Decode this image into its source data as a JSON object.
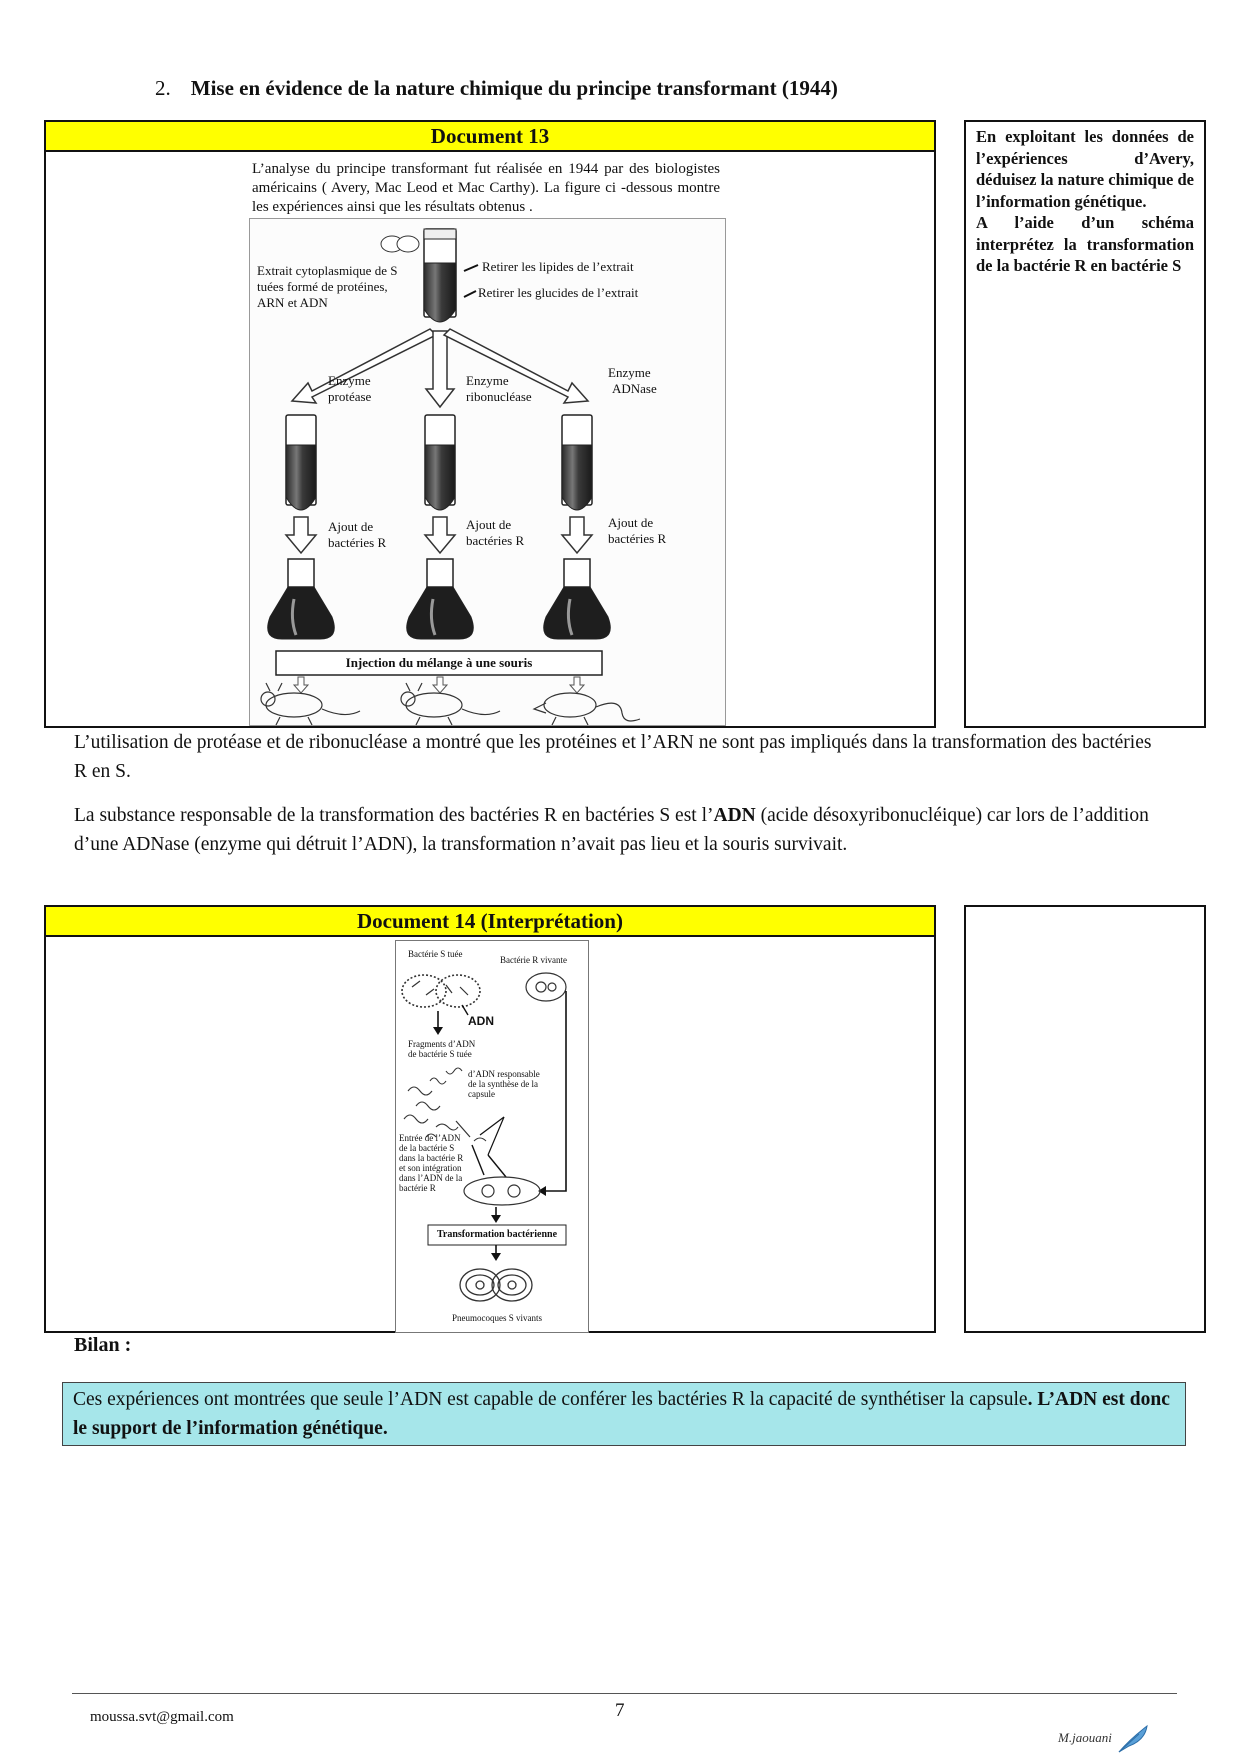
{
  "heading": {
    "number": "2.",
    "title": "Mise en évidence de la nature chimique du principe transformant (1944)"
  },
  "document13": {
    "title": "Document 13",
    "intro": "L’analyse du principe transformant fut réalisée en 1944 par des biologistes américains ( Avery, Mac Leod et Mac Carthy). La figure ci -dessous montre les expériences ainsi que les résultats obtenus .",
    "labels": {
      "extrait_line1": "Extrait cytoplasmique de S",
      "extrait_line2": "tuées formé de protéines,",
      "extrait_line3": "ARN et ADN",
      "retirer_lipides": "Retirer les lipides de l’extrait",
      "retirer_glucides": "Retirer les glucides de l’extrait",
      "enzyme_protease_1": "Enzyme",
      "enzyme_protease_2": "protéase",
      "enzyme_ribo_1": "Enzyme",
      "enzyme_ribo_2": "ribonucléase",
      "enzyme_adn_1": "Enzyme",
      "enzyme_adn_2": "ADNase",
      "ajout_1a": "Ajout de",
      "ajout_1b": "bactéries R",
      "ajout_2a": "Ajout de",
      "ajout_2b": "bactéries R",
      "ajout_3a": "Ajout de",
      "ajout_3b": "bactéries R",
      "injection": "Injection du mélange à une souris"
    }
  },
  "question13": {
    "text1": "En exploitant les données de l’expériences d’Avery, déduisez la nature chimique de l’information génétique.",
    "text2": "A l’aide d’un schéma interprétez la transformation de la bactérie R en bactérie S"
  },
  "paragraphs": {
    "p1": " L’utilisation de protéase et de ribonucléase a montré que les protéines et l’ARN ne sont pas impliqués dans la transformation des bactéries R en S.",
    "p2_before": "La substance responsable de la transformation des bactéries R en bactéries S est l’",
    "p2_bold": "ADN",
    "p2_after": " (acide désoxyribonucléique) car lors de l’addition d’une ADNase (enzyme qui détruit l’ADN), la transformation n’avait pas lieu et la souris survivait."
  },
  "document14": {
    "title": "Document 14 (Interprétation)",
    "labels": {
      "bacterie_s_tuee": "Bactérie S tuée",
      "bacterie_r_vivante": "Bactérie R vivante",
      "adn": "ADN",
      "fragments_1": "Fragments d’ADN",
      "fragments_2": "de bactérie S tuée",
      "adn_resp_1": "d’ADN responsable",
      "adn_resp_2": "de la synthèse de la",
      "adn_resp_3": "capsule",
      "entree_1": "Entrée de l’ADN",
      "entree_2": "de la bactérie S",
      "entree_3": "dans la bactérie R",
      "entree_4": "et son intégration",
      "entree_5": "dans l’ADN de la",
      "entree_6": "bactérie R",
      "transformation": "Transformation bactérienne",
      "pneumocoques": "Pneumocoques S vivants"
    }
  },
  "bilan": {
    "title": "Bilan :",
    "text_normal": "Ces expériences ont montrées que seule l’ADN est capable de conférer les bactéries R la capacité de synthétiser la capsule",
    "text_bold": ". L’ADN est donc le support de l’information génétique."
  },
  "footer": {
    "email": "moussa.svt@gmail.com",
    "page": "7",
    "signature": "M.jaouani"
  }
}
